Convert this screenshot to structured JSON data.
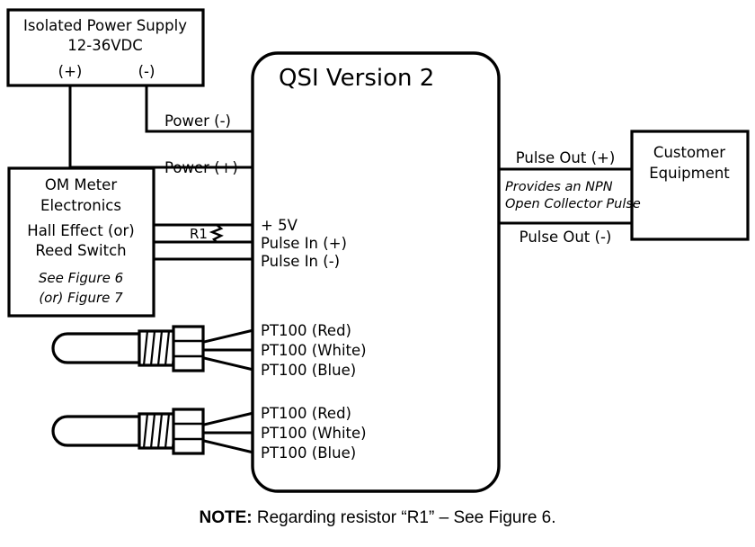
{
  "diagram": {
    "title": "QSI Version 2 wiring diagram",
    "power_supply": {
      "line1": "Isolated Power Supply",
      "line2": "12-36VDC",
      "terminal_positive": "(+)",
      "terminal_negative": "(-)"
    },
    "wires_power": {
      "negative_label": "Power (-)",
      "positive_label": "Power (+)"
    },
    "om_meter": {
      "line1": "OM Meter",
      "line2": "Electronics",
      "line3": "Hall Effect (or)",
      "line4": "Reed Switch",
      "line5": "See Figure 6",
      "line6": "(or) Figure 7"
    },
    "resistor": {
      "label": "R1"
    },
    "qsi": {
      "title": "QSI Version 2",
      "inputs": [
        "+ 5V",
        "Pulse In (+)",
        "Pulse In (-)"
      ],
      "sensor1_labels": [
        "PT100 (Red)",
        "PT100 (White)",
        "PT100 (Blue)"
      ],
      "sensor2_labels": [
        "PT100 (Red)",
        "PT100 (White)",
        "PT100 (Blue)"
      ],
      "outputs": {
        "positive": "Pulse Out (+)",
        "negative": "Pulse Out (-)",
        "note_line1": "Provides an NPN",
        "note_line2": "Open Collector Pulse"
      }
    },
    "customer_equipment": {
      "line1": "Customer",
      "line2": "Equipment"
    },
    "note": {
      "prefix": "NOTE:",
      "text": " Regarding resistor “R1” – See Figure 6."
    },
    "colors": {
      "stroke": "#000000",
      "background": "#ffffff"
    }
  }
}
